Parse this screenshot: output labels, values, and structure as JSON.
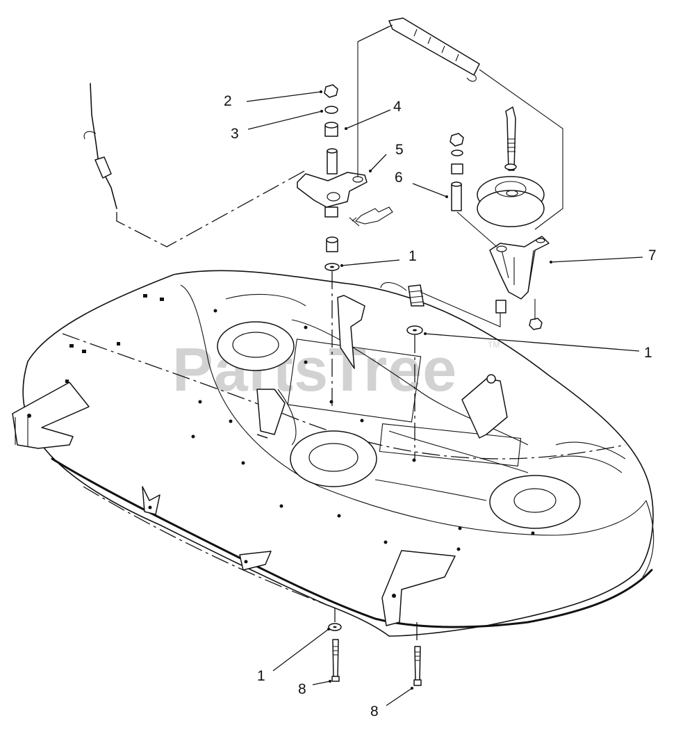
{
  "watermark": {
    "text": "PartsTree",
    "trademark": "TM"
  },
  "callouts": [
    {
      "id": "c-1-top",
      "label": "1"
    },
    {
      "id": "c-2",
      "label": "2"
    },
    {
      "id": "c-3",
      "label": "3"
    },
    {
      "id": "c-4",
      "label": "4"
    },
    {
      "id": "c-5",
      "label": "5"
    },
    {
      "id": "c-6",
      "label": "6"
    },
    {
      "id": "c-7",
      "label": "7"
    },
    {
      "id": "c-1-right",
      "label": "1"
    },
    {
      "id": "c-1-bottom",
      "label": "1"
    },
    {
      "id": "c-8-left",
      "label": "8"
    },
    {
      "id": "c-8-right",
      "label": "8"
    }
  ]
}
